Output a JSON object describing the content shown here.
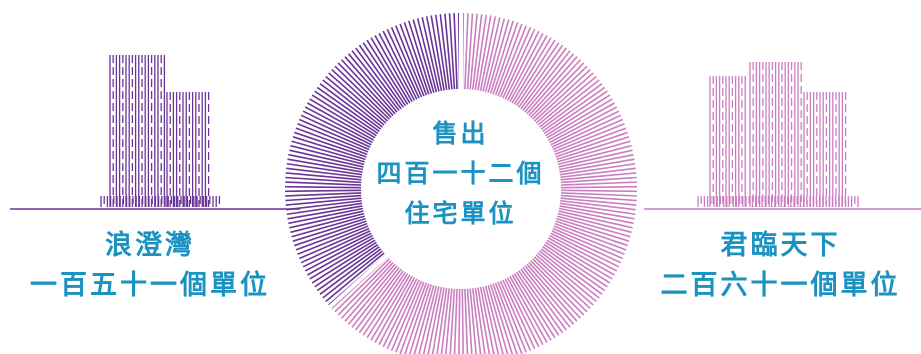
{
  "chart_data": {
    "type": "pie",
    "categories": [
      "浪澄灣",
      "君臨天下"
    ],
    "values": [
      151,
      261
    ],
    "total": 412,
    "center_label": [
      "售出",
      "四百一十二個",
      "住宅單位"
    ]
  },
  "left": {
    "name": "浪澄灣",
    "count_text": "一百五十一個單位"
  },
  "right": {
    "name": "君臨天下",
    "count_text": "二百六十一個單位"
  },
  "colors": {
    "left_series": "#6a3596",
    "right_series": "#c97ec0",
    "label_text": "#1a92c2"
  }
}
